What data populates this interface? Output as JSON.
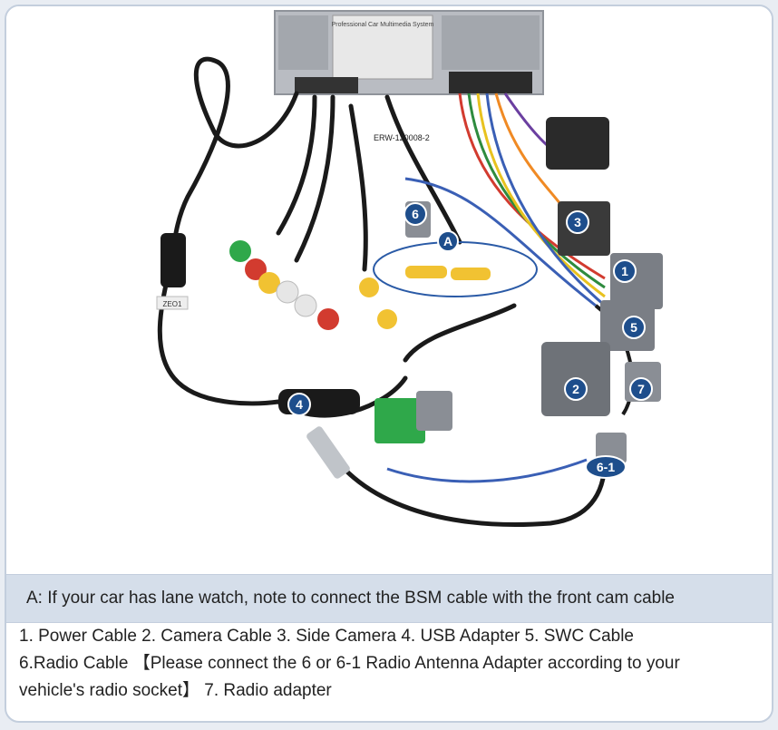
{
  "photo": {
    "badges": {
      "b1": "1",
      "b2": "2",
      "b3": "3",
      "b4": "4",
      "b5": "5",
      "b6": "6",
      "b61": "6-1",
      "b7": "7",
      "bA": "A"
    },
    "labels": {
      "head_unit": "Professional Car Multimedia System",
      "usb_tag": "ZEO1",
      "cable_tag": "ERW-120008-2"
    },
    "colors": {
      "badge": "#1e4e8c",
      "badge_border": "#ffffff",
      "highlight_ring": "#2a5aa6",
      "connector_grey": "#7a7e85",
      "connector_green": "#2fa84a"
    }
  },
  "note": {
    "text": "A: If your car has lane watch, note to connect the BSM cable with the front cam cable"
  },
  "legend": {
    "line1": "1. Power Cable    2. Camera Cable   3. Side Camera    4. USB Adapter   5. SWC Cable",
    "line2": "6.Radio Cable 【Please connect the 6 or 6-1 Radio Antenna Adapter according to your",
    "line3": "vehicle's radio socket】  7. Radio adapter"
  }
}
